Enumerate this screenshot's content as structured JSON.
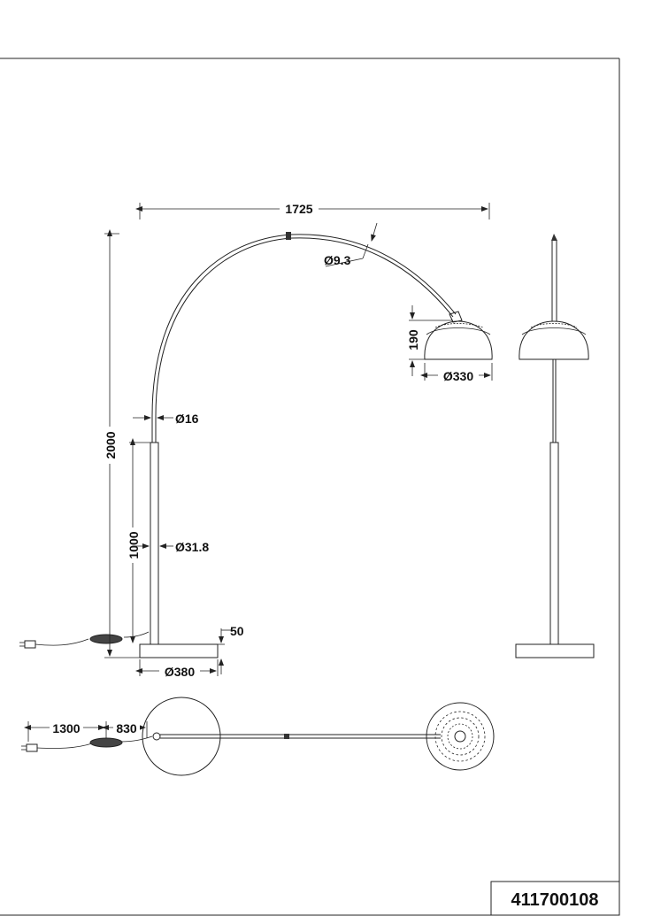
{
  "part_number": "411700108",
  "dimensions": {
    "arc_width": "1725",
    "arc_tube_diameter": "Ø9.3",
    "shade_height": "190",
    "shade_diameter": "Ø330",
    "upper_tube_diameter": "Ø16",
    "total_height": "2000",
    "lower_height": "1000",
    "pole_diameter": "Ø31.8",
    "base_height": "50",
    "base_diameter": "Ø380",
    "cable_length": "1300",
    "switch_distance": "830"
  }
}
